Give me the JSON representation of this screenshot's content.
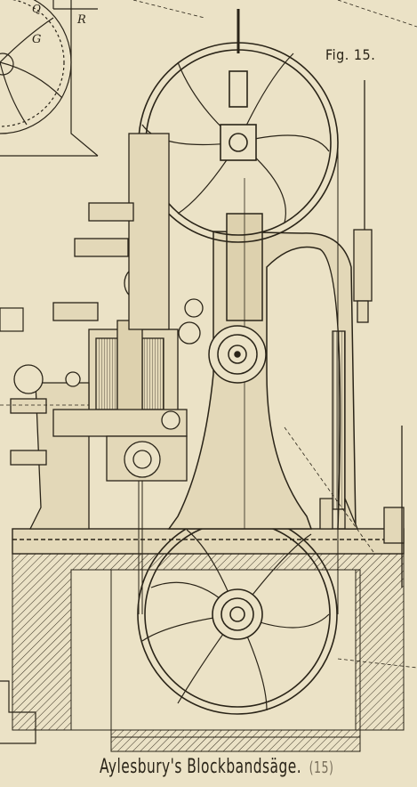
{
  "figure": {
    "label": "Fig. 15.",
    "caption": "Aylesbury's Blockbandsäge.",
    "caption_number": "(15)"
  },
  "part_labels": {
    "q": "Q",
    "r": "R",
    "g": "G"
  },
  "colors": {
    "paper": "#ebe2c6",
    "ink": "#2a2418",
    "faded_ink": "#7a705c"
  }
}
